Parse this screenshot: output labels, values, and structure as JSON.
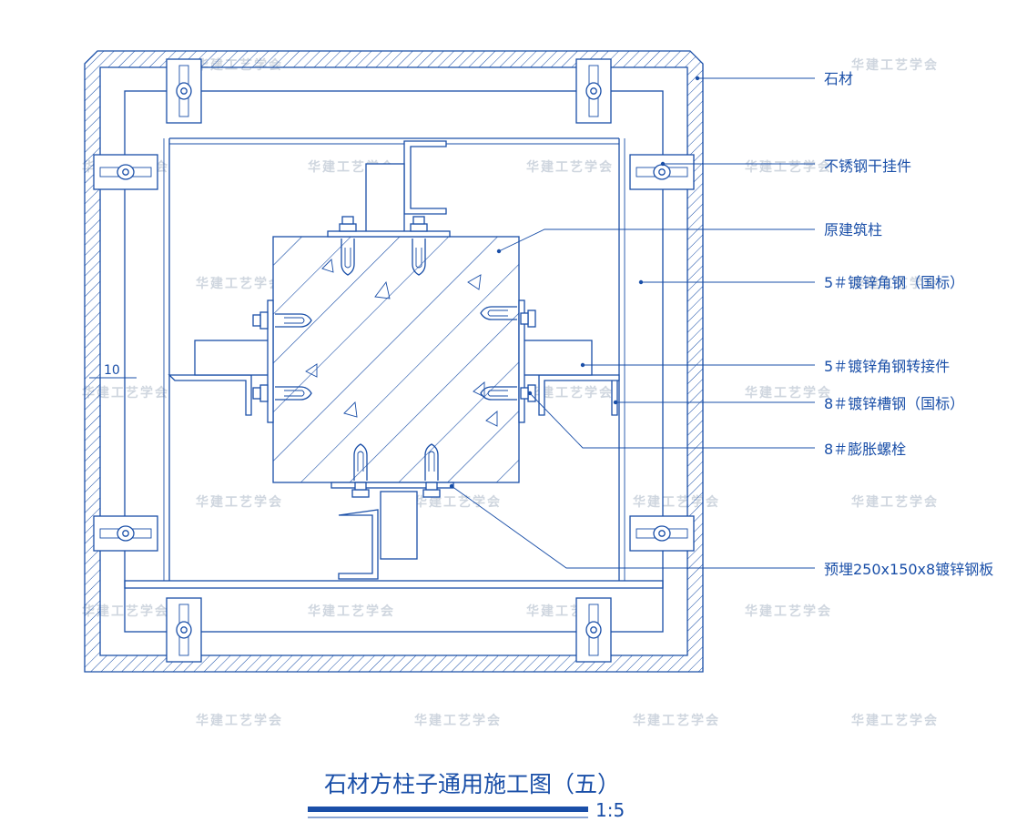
{
  "title": "石材方柱子通用施工图（五）",
  "scale": "1:5",
  "dimension": "10",
  "watermark": "华建工艺学会",
  "labels": {
    "stone": "石材",
    "stainless_hanger": "不锈钢干挂件",
    "original_column": "原建筑柱",
    "angle_steel": "5＃镀锌角钢（国标）",
    "angle_adapter": "5＃镀锌角钢转接件",
    "channel_steel": "8＃镀锌槽钢（国标）",
    "expansion_bolt": "8＃膨胀螺栓",
    "embedded_plate": "预埋250x150x8镀锌钢板"
  },
  "colors": {
    "line": "#1a4fa8",
    "watermark": "#cfd6df",
    "background": "#ffffff"
  }
}
